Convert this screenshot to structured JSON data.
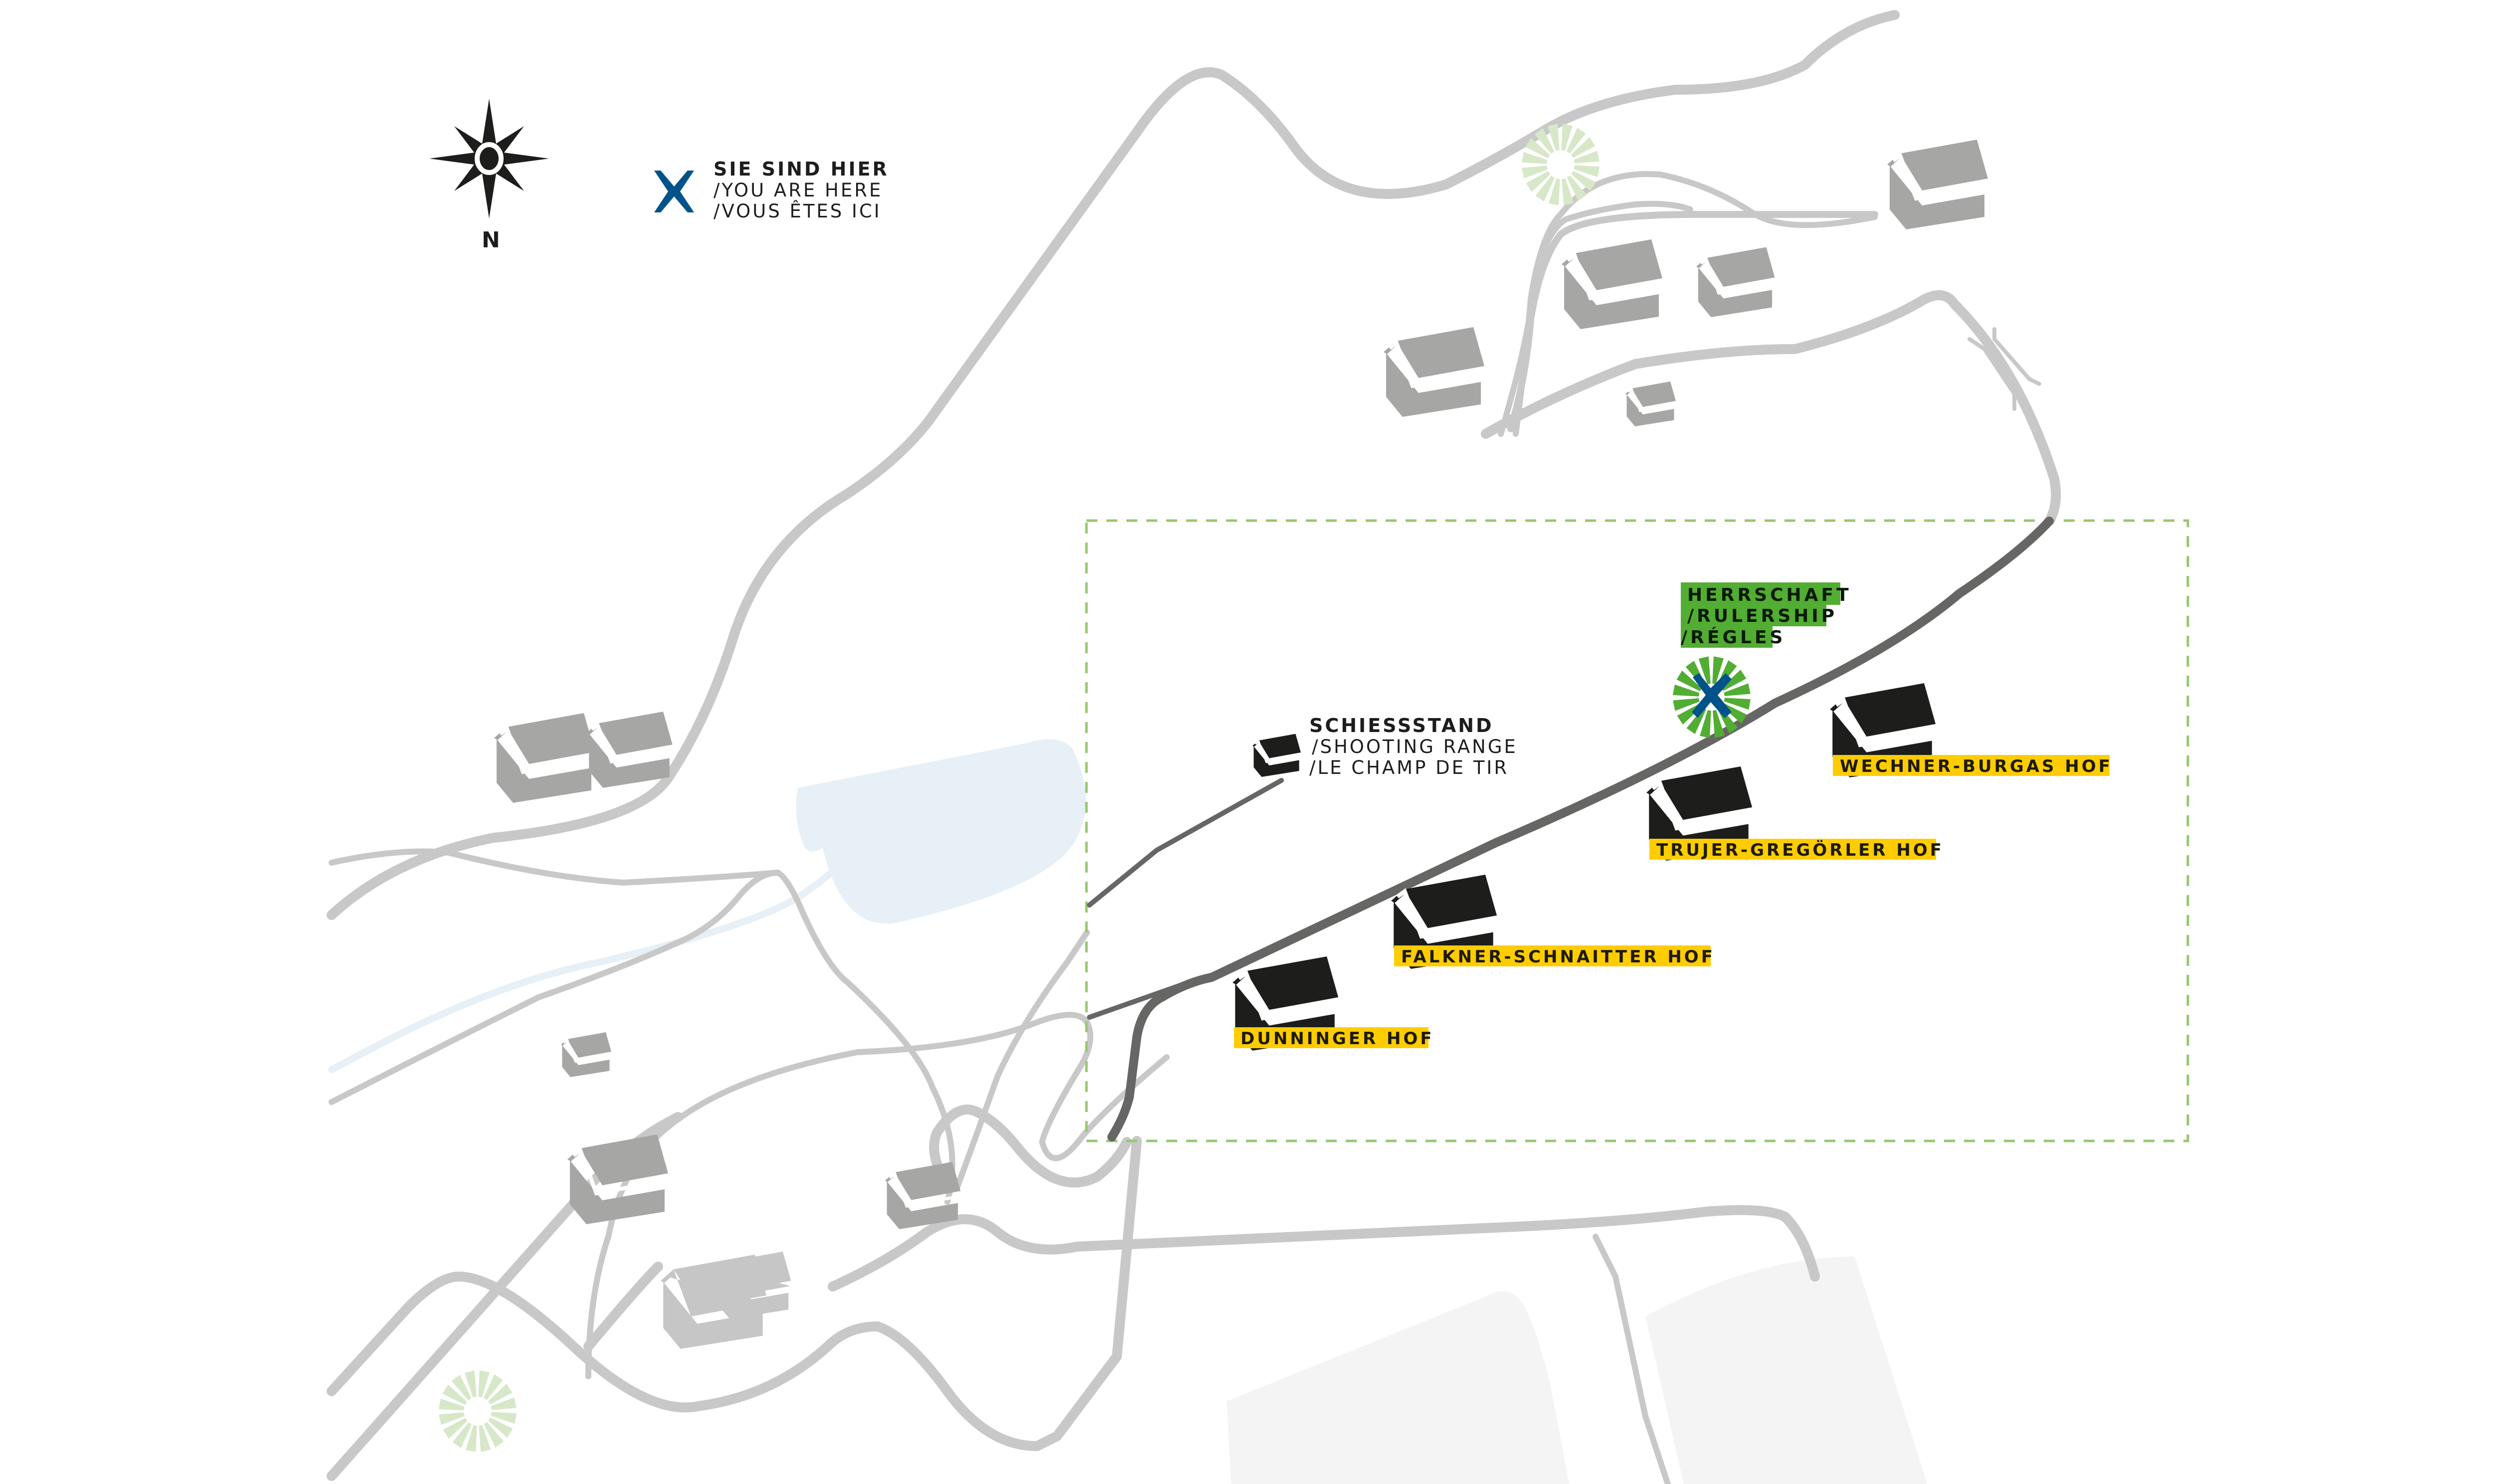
{
  "legend": {
    "north_label": "N",
    "you_are_here": {
      "de": "SIE SIND HIER",
      "en": "/YOU ARE HERE",
      "fr": "/VOUS ÊTES ICI",
      "marker_color": "#00528a"
    }
  },
  "highlight": {
    "title_de": "HERRSCHAFT",
    "title_en": "/RULERSHIP",
    "title_fr": "/RÉGLES",
    "color": "#52ad33"
  },
  "poi": {
    "shooting_range": {
      "de": "SCHIESSSTAND",
      "en": "/SHOOTING RANGE",
      "fr": "/LE CHAMP DE TIR"
    }
  },
  "farms": [
    {
      "name": "WECHNER-BURGAS HOF"
    },
    {
      "name": "TRUJER-GREGÖRLER HOF"
    },
    {
      "name": "FALKNER-SCHNAITTER HOF"
    },
    {
      "name": "DUNNINGER HOF"
    }
  ],
  "colors": {
    "farm_label": "#ffcc00",
    "study_area_border": "#97c66f",
    "road_main": "#666665",
    "road_other": "#c9c8c8",
    "water": "#e6f0f6",
    "building": "#a6a6a4",
    "highlight_building": "#1d1d1b",
    "forest_marker": "#d7e8c8"
  }
}
